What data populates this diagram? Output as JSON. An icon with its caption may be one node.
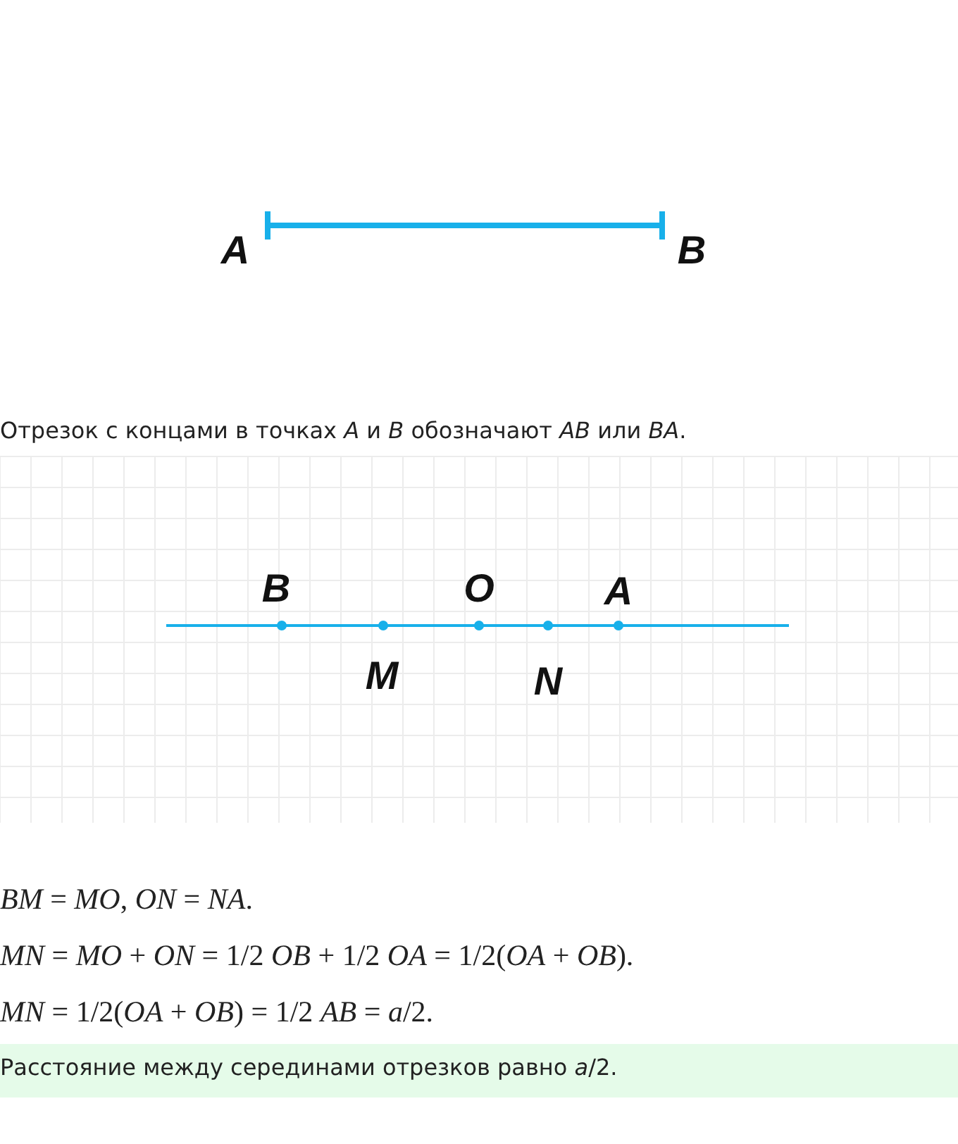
{
  "diagram": {
    "labels": [
      "A",
      "B",
      "Отрезок с концами в точках *A* и *B* обозначают *AB* или *BA*.",
      "B",
      "O",
      "A",
      "M",
      "N",
      "*BM* = *MO*,  *ON* = *NA*.",
      "*MN* = *MO* + *ON* = 1/2 *OB* + 1/2 *OA* = 1/2(*OA* + *OB*).",
      "*MN* = 1/2(*OA* + *OB*) = 1/2 *AB* = *a*/2.",
      "Расстояние между серединами отрезков равно *a*/2."
    ]
  }
}
